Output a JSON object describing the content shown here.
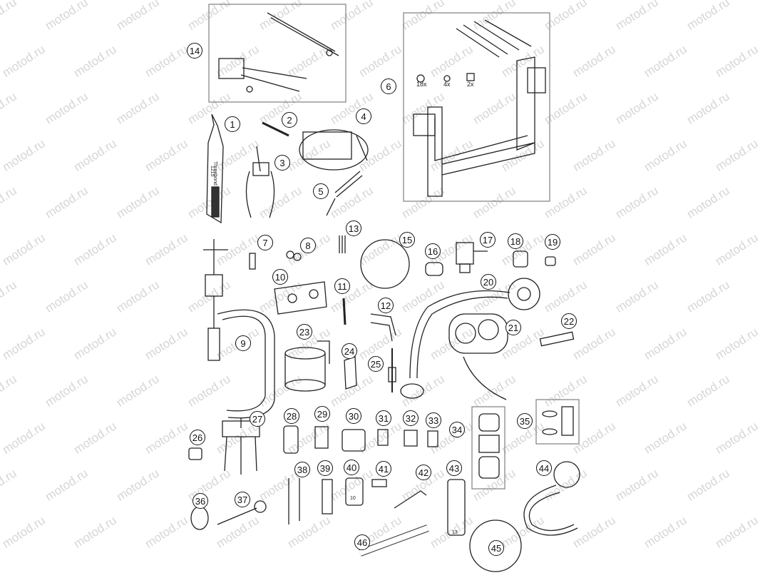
{
  "watermark": "motod.ru",
  "callouts": [
    "1",
    "2",
    "3",
    "4",
    "5",
    "6",
    "7",
    "8",
    "9",
    "10",
    "11",
    "12",
    "13",
    "14",
    "15",
    "16",
    "17",
    "18",
    "19",
    "20",
    "21",
    "22",
    "23",
    "24",
    "25",
    "26",
    "27",
    "28",
    "29",
    "30",
    "31",
    "32",
    "33",
    "34",
    "35",
    "36",
    "37",
    "38",
    "39",
    "40",
    "41",
    "42",
    "43",
    "44",
    "45",
    "46"
  ],
  "part_labels": {
    "sealant_brand": "Threebond",
    "sealant_code": "1215",
    "fastener_counts": [
      "18x",
      "4x",
      "2x"
    ],
    "socket_40": "10",
    "socket_43": "13"
  }
}
